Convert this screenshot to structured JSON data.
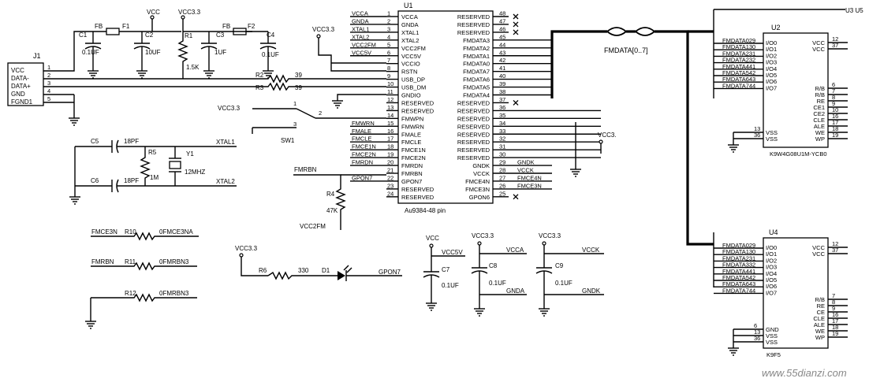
{
  "watermark": "www.55dianzi.com",
  "bus_label": "FMDATA[0..7]",
  "corner_label": "U3 U5",
  "rails": {
    "vcc": "VCC",
    "vcc33": "VCC3.3"
  },
  "j1": {
    "ref": "J1",
    "pins": [
      {
        "num": "1",
        "name": "VCC"
      },
      {
        "num": "2",
        "name": "DATA-"
      },
      {
        "num": "3",
        "name": "DATA+"
      },
      {
        "num": "4",
        "name": "GND"
      },
      {
        "num": "5",
        "name": "FGND1"
      }
    ]
  },
  "top_parts": {
    "fb1": "FB",
    "f1": "F1",
    "c1": "C1",
    "c1v": "0.1UF",
    "c2": "C2",
    "c2v": "10UF",
    "r1": "R1",
    "r1v": "1.5K",
    "c3": "C3",
    "c3v": "1UF",
    "fb2": "FB",
    "f2": "F2",
    "c4": "C4",
    "c4v": "0.1UF",
    "r2": "R2",
    "r2v": "39",
    "r3": "R3",
    "r3v": "39"
  },
  "u1": {
    "ref": "U1",
    "part": "Au9384-48 pin",
    "left": [
      {
        "num": "1",
        "name": "VCCA",
        "net": "VCCA"
      },
      {
        "num": "2",
        "name": "GNDA",
        "net": "GNDA"
      },
      {
        "num": "3",
        "name": "XTAL1",
        "net": "XTAL1"
      },
      {
        "num": "4",
        "name": "XTAL2",
        "net": "XTAL2"
      },
      {
        "num": "5",
        "name": "VCC2FM",
        "net": "VCC2FM"
      },
      {
        "num": "6",
        "name": "VCC5V",
        "net": "VCC5V"
      },
      {
        "num": "7",
        "name": "VCCIO",
        "net": ""
      },
      {
        "num": "8",
        "name": "RSTN",
        "net": ""
      },
      {
        "num": "9",
        "name": "USB_DP",
        "net": ""
      },
      {
        "num": "10",
        "name": "USB_DM",
        "net": ""
      },
      {
        "num": "11",
        "name": "GNDIO",
        "net": ""
      },
      {
        "num": "12",
        "name": "RESERVED",
        "net": ""
      },
      {
        "num": "13",
        "name": "RESERVED",
        "net": ""
      },
      {
        "num": "14",
        "name": "FMWPN",
        "net": ""
      },
      {
        "num": "15",
        "name": "FMWRN",
        "net": "FMWRN"
      },
      {
        "num": "16",
        "name": "FMALE",
        "net": "FMALE"
      },
      {
        "num": "17",
        "name": "FMCLE",
        "net": "FMCLE"
      },
      {
        "num": "18",
        "name": "FMCE1N",
        "net": "FMCE1N"
      },
      {
        "num": "19",
        "name": "FMCE2N",
        "net": "FMCE2N"
      },
      {
        "num": "20",
        "name": "FMRDN",
        "net": "FMRDN"
      },
      {
        "num": "21",
        "name": "FMRBN",
        "net": ""
      },
      {
        "num": "22",
        "name": "GPON7",
        "net": "GPON7"
      },
      {
        "num": "23",
        "name": "RESERVED",
        "net": ""
      },
      {
        "num": "24",
        "name": "RESERVED",
        "net": ""
      }
    ],
    "right": [
      {
        "num": "48",
        "name": "RESERVED",
        "net": ""
      },
      {
        "num": "47",
        "name": "RESERVED",
        "net": ""
      },
      {
        "num": "46",
        "name": "RESERVED",
        "net": ""
      },
      {
        "num": "45",
        "name": "FMDATA3",
        "net": ""
      },
      {
        "num": "44",
        "name": "FMDATA2",
        "net": ""
      },
      {
        "num": "43",
        "name": "FMDATA1",
        "net": ""
      },
      {
        "num": "42",
        "name": "FMDATA0",
        "net": ""
      },
      {
        "num": "41",
        "name": "FMDATA7",
        "net": ""
      },
      {
        "num": "40",
        "name": "FMDATA6",
        "net": ""
      },
      {
        "num": "39",
        "name": "FMDATA5",
        "net": ""
      },
      {
        "num": "38",
        "name": "FMDATA4",
        "net": ""
      },
      {
        "num": "37",
        "name": "RESERVED",
        "net": ""
      },
      {
        "num": "36",
        "name": "RESERVED",
        "net": ""
      },
      {
        "num": "35",
        "name": "RESERVED",
        "net": ""
      },
      {
        "num": "34",
        "name": "RESERVED",
        "net": ""
      },
      {
        "num": "33",
        "name": "RESERVED",
        "net": ""
      },
      {
        "num": "32",
        "name": "RESERVED",
        "net": ""
      },
      {
        "num": "31",
        "name": "RESERVED",
        "net": ""
      },
      {
        "num": "30",
        "name": "RESERVED",
        "net": ""
      },
      {
        "num": "29",
        "name": "GNDK",
        "net": "GNDK"
      },
      {
        "num": "28",
        "name": "VCCK",
        "net": "VCCK"
      },
      {
        "num": "27",
        "name": "FMCE4N",
        "net": "FMCE4N"
      },
      {
        "num": "26",
        "name": "FMCE3N",
        "net": "FMCE3N"
      },
      {
        "num": "25",
        "name": "GPON6",
        "net": ""
      }
    ]
  },
  "right_rail": "VCC3.",
  "sw1": {
    "ref": "SW1",
    "p1": "1",
    "p2": "2",
    "p3": "3",
    "rail": "VCC3.3"
  },
  "crystal": {
    "c5": "C5",
    "c5v": "18PF",
    "c6": "C6",
    "c6v": "18PF",
    "r5": "R5",
    "r5v": "1M",
    "y1": "Y1",
    "y1v": "12MHZ",
    "xtal1": "XTAL1",
    "xtal2": "XTAL2"
  },
  "r4": {
    "net": "FMRBN",
    "ref": "R4",
    "val": "47K",
    "rail": "VCC2FM"
  },
  "bottom_res": [
    {
      "left": "FMCE3N",
      "ref": "R10",
      "right": "0FMCE3NA"
    },
    {
      "left": "FMRBN",
      "ref": "R11",
      "right": "0FMRBN3"
    },
    {
      "left": "",
      "ref": "R12",
      "right": "0FMRBN3"
    }
  ],
  "led": {
    "rail": "VCC3.3",
    "r": "R6",
    "rv": "330",
    "d": "D1",
    "net": "GPON7"
  },
  "decoupling": [
    {
      "rail": "VCC",
      "net": "VCC5V",
      "ref": "C7",
      "val": "0.1UF",
      "gnd": ""
    },
    {
      "rail": "VCC3.3",
      "net": "VCCA",
      "ref": "C8",
      "val": "0.1UF",
      "gnd": "GNDA"
    },
    {
      "rail": "VCC3.3",
      "net": "VCCK",
      "ref": "C9",
      "val": "0.1UF",
      "gnd": "GNDK"
    }
  ],
  "u2": {
    "ref": "U2",
    "part": "K9W4G08U1M-YCB0",
    "io_nets": [
      "FMDATA029",
      "FMDATA130",
      "FMDATA231",
      "FMDATA232",
      "FMDATA441",
      "FMDATA542",
      "FMDATA643",
      "FMDATA744"
    ],
    "io_pins": [
      "I/O0",
      "I/O1",
      "I/O2",
      "I/O3",
      "I/O4",
      "I/O5",
      "I/O6",
      "I/O7"
    ],
    "vcc_pins": [
      {
        "name": "VCC",
        "num": "12"
      },
      {
        "name": "VCC",
        "num": "37"
      }
    ],
    "ctrl_pins": [
      {
        "name": "R/B",
        "num": "6"
      },
      {
        "name": "R/B",
        "num": "7"
      },
      {
        "name": "RE",
        "num": "8"
      },
      {
        "name": "CE1",
        "num": "9"
      },
      {
        "name": "CE2",
        "num": "10"
      },
      {
        "name": "CLE",
        "num": "16"
      },
      {
        "name": "ALE",
        "num": "17"
      },
      {
        "name": "WE",
        "num": "18"
      },
      {
        "name": "WP",
        "num": "19"
      }
    ],
    "vss_pins": [
      {
        "name": "VSS",
        "num": "13"
      },
      {
        "name": "VSS",
        "num": "36"
      }
    ]
  },
  "u4": {
    "ref": "U4",
    "part": "K9F5",
    "io_nets": [
      "FMDATA029",
      "FMDATA130",
      "FMDATA231",
      "FMDATA332",
      "FMDATA441",
      "FMDATA542",
      "FMDATA643",
      "FMDATA744"
    ],
    "io_pins": [
      "I/O0",
      "I/O1",
      "I/O2",
      "I/O3",
      "I/O4",
      "I/O5",
      "I/O6",
      "I/O7"
    ],
    "vcc_pins": [
      {
        "name": "VCC",
        "num": "12"
      },
      {
        "name": "VCC",
        "num": "37"
      }
    ],
    "ctrl_pins": [
      {
        "name": "R/B",
        "num": "7"
      },
      {
        "name": "RE",
        "num": "8"
      },
      {
        "name": "CE",
        "num": "9"
      },
      {
        "name": "CLE",
        "num": "16"
      },
      {
        "name": "ALE",
        "num": "17"
      },
      {
        "name": "WE",
        "num": "18"
      },
      {
        "name": "WP",
        "num": "19"
      }
    ],
    "vss_pins": [
      {
        "name": "GND",
        "num": "6"
      },
      {
        "name": "VSS",
        "num": "13"
      },
      {
        "name": "VSS",
        "num": "36"
      }
    ]
  }
}
